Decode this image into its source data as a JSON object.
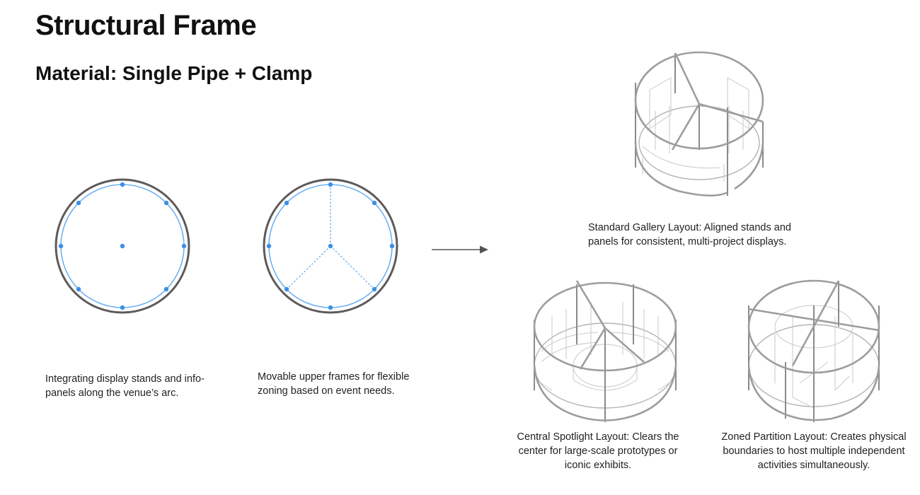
{
  "header": {
    "title": "Structural Frame",
    "subtitle": "Material: Single Pipe + Clamp"
  },
  "plans": [
    {
      "caption": "Integrating display stands and info-panels along the venue’s arc."
    },
    {
      "caption": "Movable upper frames for flexible zoning based on event needs."
    }
  ],
  "layouts": [
    {
      "caption": "Standard Gallery Layout: Aligned stands and panels for consistent, multi-project displays."
    },
    {
      "caption": "Central Spotlight Layout: Clears the center for large-scale prototypes or iconic exhibits."
    },
    {
      "caption": "Zoned Partition Layout: Creates physical boundaries to host multiple independent activities simultaneously."
    }
  ],
  "colors": {
    "ring": "#5f5a5a",
    "inner_circle": "#6fb1f2",
    "node": "#3d8fe6",
    "iso_frame": "#9d9d9d"
  }
}
